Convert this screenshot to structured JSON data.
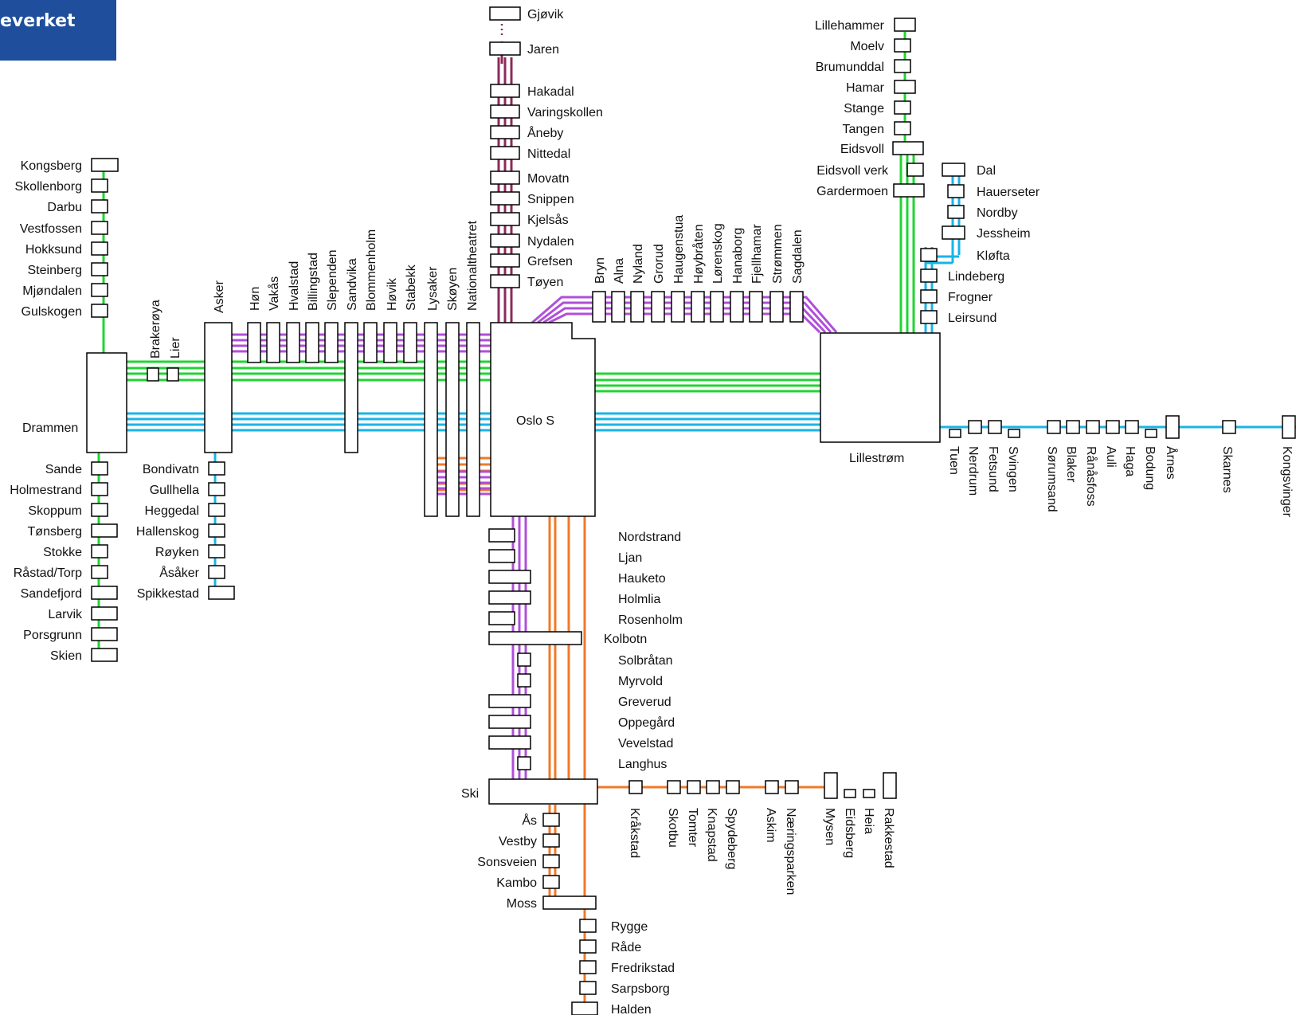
{
  "logo": {
    "text": "everket"
  },
  "colors": {
    "green": "#22d433",
    "blue": "#1ab4e6",
    "purple": "#b04fd8",
    "orange": "#f07a2a",
    "maroon": "#8c2a5a",
    "logo": "#1e4e9c"
  },
  "hubs": {
    "oslo": "Oslo S",
    "drammen": "Drammen",
    "lillestrom": "Lillestrøm",
    "ski": "Ski"
  },
  "lines": {
    "drammen_north": [
      "Kongsberg",
      "Skollenborg",
      "Darbu",
      "Vestfossen",
      "Hokksund",
      "Steinberg",
      "Mjøndalen",
      "Gulskogen"
    ],
    "drammen_south": [
      "Sande",
      "Holmestrand",
      "Skoppum",
      "Tønsberg",
      "Stokke",
      "Råstad/Torp",
      "Sandefjord",
      "Larvik",
      "Porsgrunn",
      "Skien"
    ],
    "spikkestad": [
      "Bondivatn",
      "Gullhella",
      "Heggedal",
      "Hallenskog",
      "Røyken",
      "Åsåker",
      "Spikkestad"
    ],
    "west": [
      "Brakerøya",
      "Lier",
      "Asker",
      "Høn",
      "Vakås",
      "Hvalstad",
      "Billingstad",
      "Slependen",
      "Sandvika",
      "Blommenholm",
      "Høvik",
      "Stabekk",
      "Lysaker",
      "Skøyen",
      "Nationaltheatret"
    ],
    "gjovik": [
      "Gjøvik",
      "Jaren",
      "Hakadal",
      "Varingskollen",
      "Åneby",
      "Nittedal",
      "Movatn",
      "Snippen",
      "Kjelsås",
      "Nydalen",
      "Grefsen",
      "Tøyen"
    ],
    "hovedbanen": [
      "Bryn",
      "Alna",
      "Nyland",
      "Grorud",
      "Haugenstua",
      "Høybråten",
      "Lørenskog",
      "Hanaborg",
      "Fjellhamar",
      "Strømmen",
      "Sagdalen"
    ],
    "dovre": [
      "Lillehammer",
      "Moelv",
      "Brumunddal",
      "Hamar",
      "Stange",
      "Tangen",
      "Eidsvoll",
      "Eidsvoll verk",
      "Gardermoen"
    ],
    "hovedbanen_north": [
      "Dal",
      "Hauerseter",
      "Nordby",
      "Jessheim",
      "Kløfta",
      "Lindeberg",
      "Frogner",
      "Leirsund"
    ],
    "kongsvinger": [
      "Tuen",
      "Nerdrum",
      "Fetsund",
      "Svingen",
      "Sørumsand",
      "Blaker",
      "Rånåsfoss",
      "Auli",
      "Haga",
      "Bodung",
      "Årnes",
      "Skarnes",
      "Kongsvinger"
    ],
    "ostfold_inner": [
      "Nordstrand",
      "Ljan",
      "Hauketo",
      "Holmlia",
      "Rosenholm",
      "Kolbotn",
      "Solbråtan",
      "Myrvold",
      "Greverud",
      "Oppegård",
      "Vevelstad",
      "Langhus"
    ],
    "ostfold_east": [
      "Kråkstad",
      "Skotbu",
      "Tomter",
      "Knapstad",
      "Spydeberg",
      "Askim",
      "Næringsparken",
      "Mysen",
      "Eidsberg",
      "Heia",
      "Rakkestad"
    ],
    "ostfold_south": [
      "Ås",
      "Vestby",
      "Sonsveien",
      "Kambo",
      "Moss"
    ],
    "ostfold_far": [
      "Rygge",
      "Råde",
      "Fredrikstad",
      "Sarpsborg",
      "Halden"
    ]
  }
}
